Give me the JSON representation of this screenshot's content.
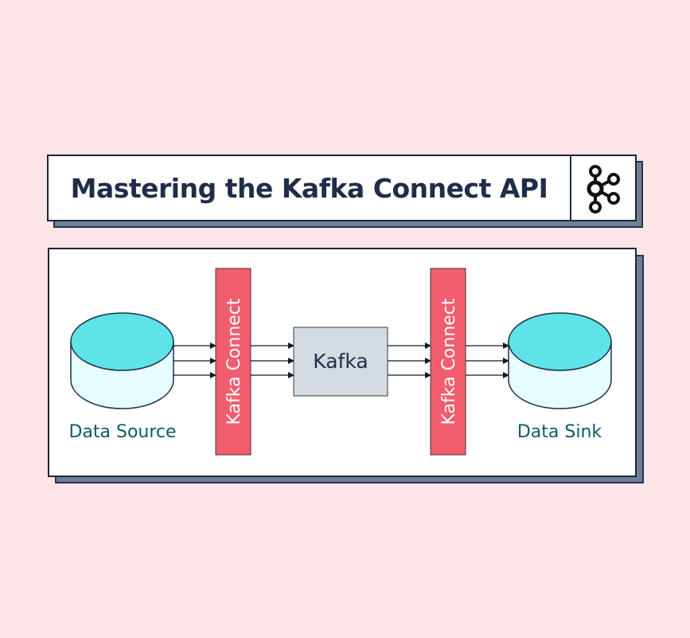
{
  "title": "Mastering the Kafka Connect API",
  "logo_icon": "kafka-logo-icon",
  "diagram": {
    "source_label": "Data Source",
    "connect_left_label": "Kafka Connect",
    "broker_label": "Kafka",
    "connect_right_label": "Kafka Connect",
    "sink_label": "Data Sink"
  },
  "colors": {
    "background": "#fde4e6",
    "connect_bar": "#f25d6e",
    "db_top": "#5de3e8",
    "db_body": "#e5fdfe",
    "broker_box": "#d3dae2",
    "label_teal": "#0f5b63",
    "title_navy": "#1f2d4a",
    "shadow": "#6f7f98"
  }
}
